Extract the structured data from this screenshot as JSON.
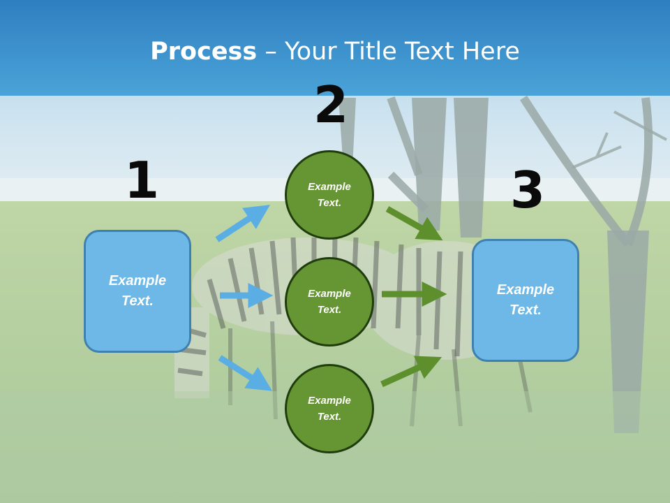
{
  "slide": {
    "title_bold": "Process",
    "title_rest": " – Your Title Text Here"
  },
  "steps": {
    "one": "1",
    "two": "2",
    "three": "3"
  },
  "boxes": {
    "left": "Example Text.",
    "right": "Example Text."
  },
  "circles": {
    "top": "Example Text.",
    "middle": "Example Text.",
    "bottom": "Example Text."
  },
  "colors": {
    "header": "#3d95d0",
    "box_fill": "#6db8e6",
    "box_border": "#3f81ae",
    "circle_fill": "#669533",
    "circle_border": "#1f3d0c",
    "blue_arrow": "#5aaee3",
    "green_arrow": "#5e8f2d"
  },
  "background": "zebra-savanna-photo"
}
